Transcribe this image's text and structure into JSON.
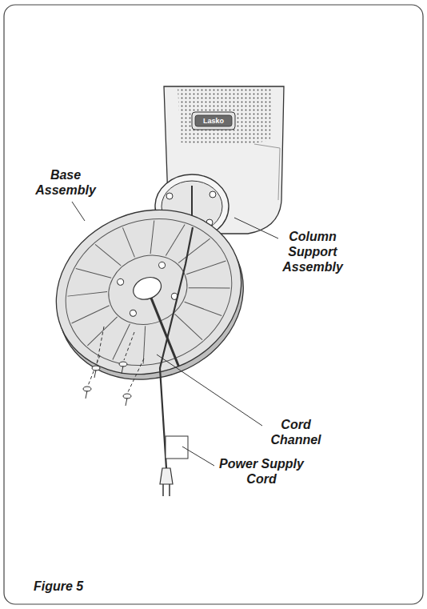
{
  "diagram": {
    "caption": "Figure 5",
    "labels": [
      "Base Assembly",
      "Column Support Assembly",
      "Cord Channel",
      "Power Supply Cord",
      "Lasko"
    ]
  }
}
